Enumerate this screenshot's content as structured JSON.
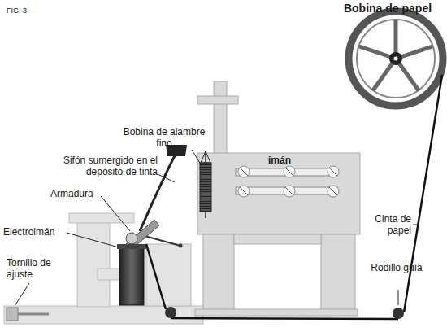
{
  "diagram": {
    "labels": [
      "FIG. 3",
      "Bobina de papel",
      "Bobina de alambre fino",
      "imán",
      "Sifón sumergido en el depósito de tinta",
      "Armadura",
      "Electroimán",
      "Tornillo de ajuste",
      "Cinta de papel",
      "Rodillo guía"
    ]
  }
}
